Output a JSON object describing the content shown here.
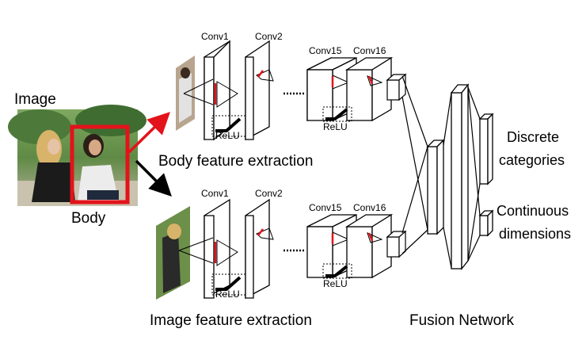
{
  "labels": {
    "image": "Image",
    "body": "Body",
    "body_feature_extraction": "Body feature extraction",
    "image_feature_extraction": "Image feature extraction",
    "fusion_network": "Fusion Network",
    "discrete_categories_line1": "Discrete",
    "discrete_categories_line2": "categories",
    "continuous_dimensions_line1": "Continuous",
    "continuous_dimensions_line2": "dimensions"
  },
  "branches": [
    {
      "conv_labels": [
        "Conv1",
        "Conv2",
        "Conv15",
        "Conv16"
      ],
      "relu": [
        "ReLU",
        "ReLU"
      ]
    },
    {
      "conv_labels": [
        "Conv1",
        "Conv2",
        "Conv15",
        "Conv16"
      ],
      "relu": [
        "ReLU",
        "ReLU"
      ]
    }
  ],
  "colors": {
    "highlight_box": "#e3131b",
    "arrow_body": "#e3131b",
    "arrow_image": "#000000",
    "kernel": "#e3131b"
  }
}
